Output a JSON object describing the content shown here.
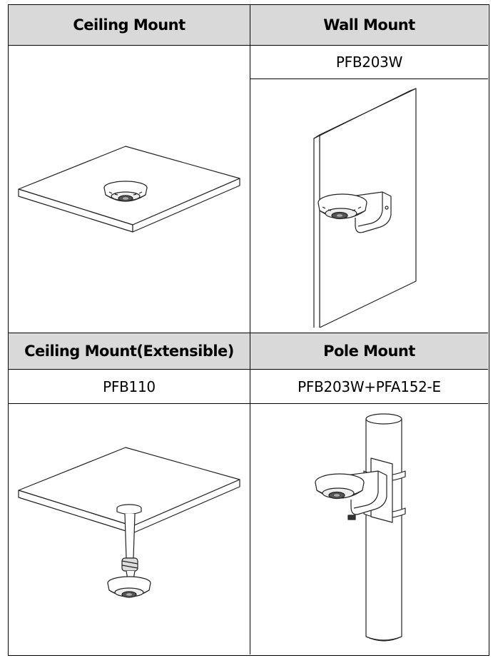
{
  "table": {
    "row1": {
      "left_header": "Ceiling Mount",
      "right_header": "Wall Mount",
      "right_model": "PFB203W"
    },
    "row2": {
      "left_header": "Ceiling Mount(Extensible)",
      "right_header": "Pole Mount",
      "left_model": "PFB110",
      "right_model": "PFB203W+PFA152-E"
    }
  },
  "illustrations": {
    "ceiling": "ceiling-mount-illustration",
    "wall": "wall-mount-illustration",
    "ceiling_ext": "extensible-ceiling-mount-illustration",
    "pole": "pole-mount-illustration"
  }
}
